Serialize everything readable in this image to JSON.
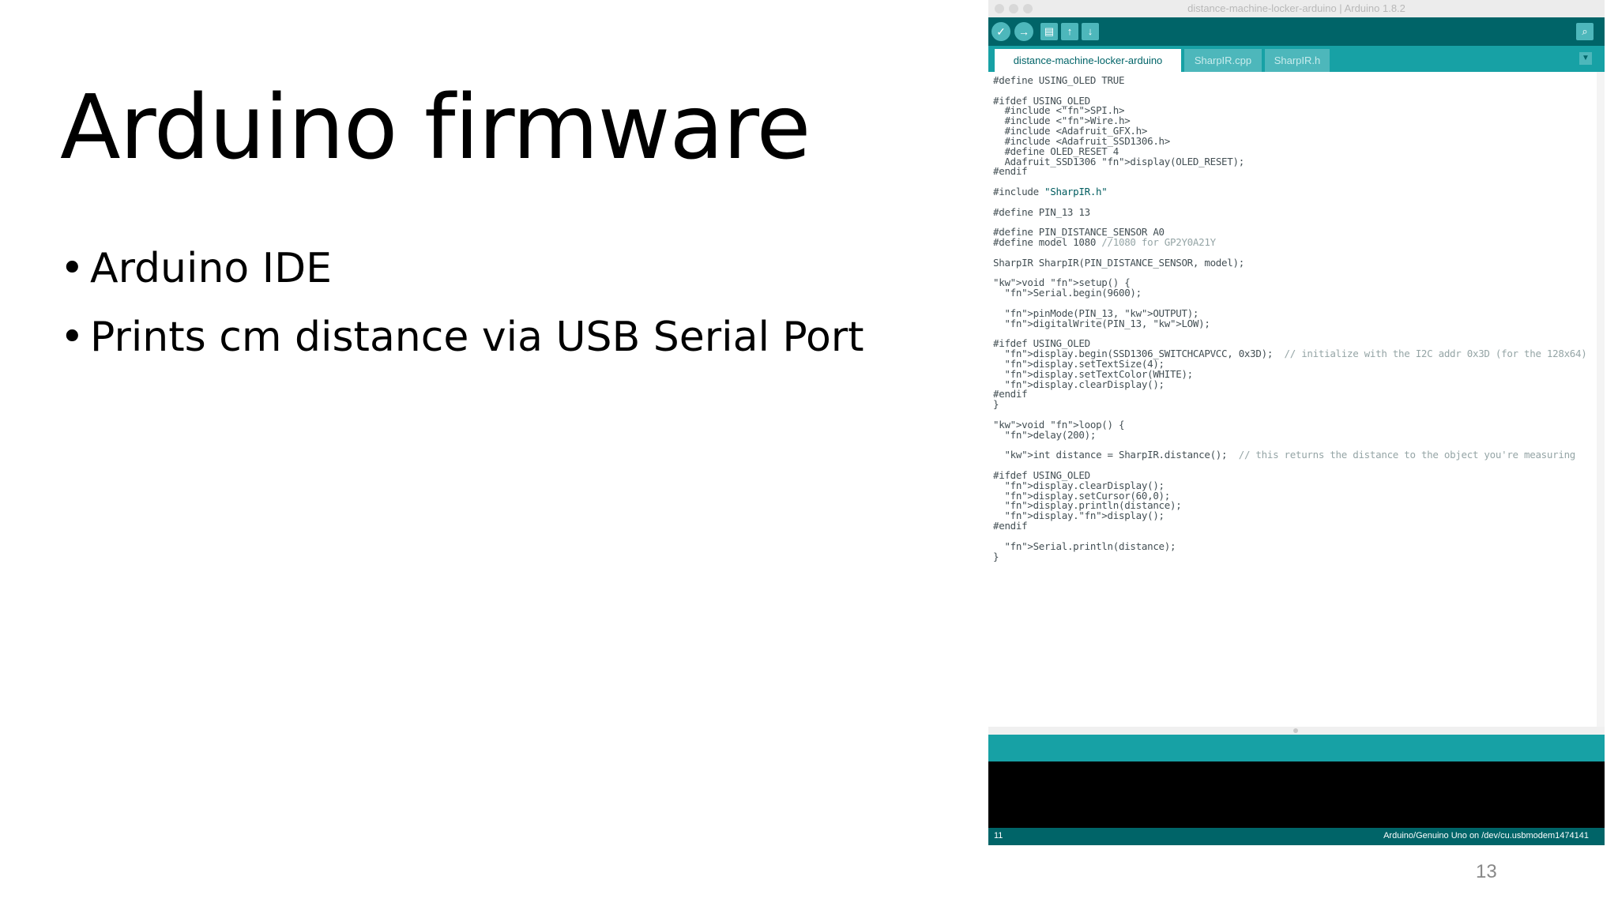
{
  "slide": {
    "title": "Arduino firmware",
    "bullets": [
      "Arduino IDE",
      "Prints cm distance via USB Serial Port"
    ],
    "bullet_char": "•",
    "page_number": "13"
  },
  "ide": {
    "window_title": "distance-machine-locker-arduino | Arduino 1.8.2",
    "toolbar": {
      "verify_icon": "✓",
      "upload_icon": "→",
      "new_icon": "▤",
      "open_icon": "↑",
      "save_icon": "↓",
      "serial_monitor_icon": "⌕"
    },
    "tabs": [
      "distance-machine-locker-arduino",
      "SharpIR.cpp",
      "SharpIR.h"
    ],
    "tab_menu_icon": "▼",
    "code": [
      "#define USING_OLED TRUE",
      "",
      "#ifdef USING_OLED",
      "  #include <SPI.h>",
      "  #include <Wire.h>",
      "  #include <Adafruit_GFX.h>",
      "  #include <Adafruit_SSD1306.h>",
      "  #define OLED_RESET 4",
      "  Adafruit_SSD1306 display(OLED_RESET);",
      "#endif",
      "",
      "#include \"SharpIR.h\"",
      "",
      "#define PIN_13 13",
      "",
      "#define PIN_DISTANCE_SENSOR A0",
      "#define model 1080 //1080 for GP2Y0A21Y",
      "",
      "SharpIR SharpIR(PIN_DISTANCE_SENSOR, model);",
      "",
      "void setup() {",
      "  Serial.begin(9600);",
      "",
      "  pinMode(PIN_13, OUTPUT);",
      "  digitalWrite(PIN_13, LOW);",
      "",
      "#ifdef USING_OLED",
      "  display.begin(SSD1306_SWITCHCAPVCC, 0x3D);  // initialize with the I2C addr 0x3D (for the 128x64)",
      "  display.setTextSize(4);",
      "  display.setTextColor(WHITE);",
      "  display.clearDisplay();",
      "#endif",
      "}",
      "",
      "void loop() {",
      "  delay(200);",
      "",
      "  int distance = SharpIR.distance();  // this returns the distance to the object you're measuring",
      "",
      "#ifdef USING_OLED",
      "  display.clearDisplay();",
      "  display.setCursor(60,0);",
      "  display.println(distance);",
      "  display.display();",
      "#endif",
      "",
      "  Serial.println(distance);",
      "}"
    ],
    "status": {
      "line_number": "11",
      "board": "Arduino/Genuino Uno on /dev/cu.usbmodem1474141"
    },
    "colors": {
      "toolbar": "#006468",
      "tabbar": "#17a1a5",
      "button": "#4db7bb",
      "keyword": "#00979c",
      "function": "#d35400",
      "comment": "#95a5a6"
    }
  }
}
